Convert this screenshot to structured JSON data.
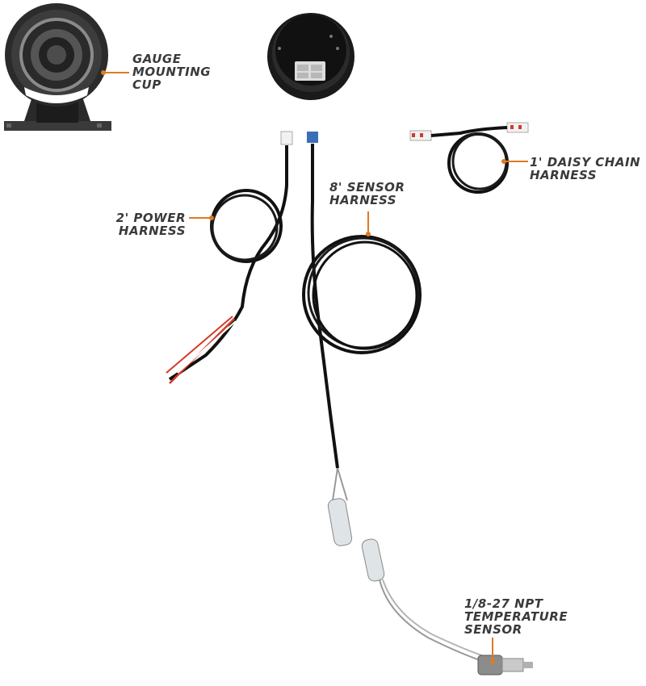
{
  "labels": {
    "mounting_cup": [
      "GAUGE",
      "MOUNTING",
      "CUP"
    ],
    "power_harness": [
      "2' POWER",
      "HARNESS"
    ],
    "sensor_harness": [
      "8' SENSOR",
      "HARNESS"
    ],
    "daisy_chain": [
      "1' DAISY CHAIN",
      "HARNESS"
    ],
    "temp_sensor": [
      "1/8-27 NPT",
      "TEMPERATURE",
      "SENSOR"
    ]
  },
  "colors": {
    "callout_accent": "#e07a22",
    "label_text": "#3a3a3a",
    "cable": "#111111",
    "red_wire": "#d23a2a"
  }
}
